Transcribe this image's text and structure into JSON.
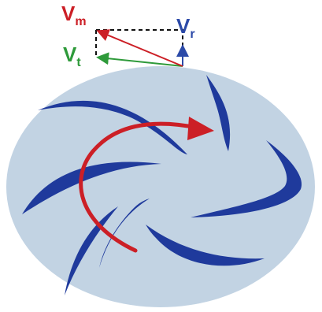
{
  "diagram": {
    "colors": {
      "background": "#ffffff",
      "disk": "#c2d3e3",
      "blade": "#1f3a9c",
      "flow_arrow": "#cc1f26",
      "vm": "#cc1f26",
      "vt": "#2e9a3a",
      "vr": "#2c4aa8",
      "dashed_box": "#111111"
    },
    "labels": {
      "vm_main": "V",
      "vm_sub": "m",
      "vr_main": "V",
      "vr_sub": "r",
      "vt_main": "V",
      "vt_sub": "t"
    },
    "blade_count": 7,
    "icons": {
      "disk": "impeller-disk",
      "blades": "curved-vanes",
      "flow": "swirl-arrow"
    }
  }
}
